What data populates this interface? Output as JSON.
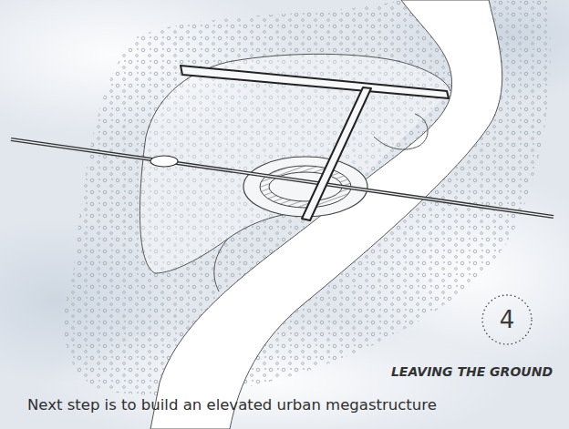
{
  "diagram": {
    "title": "LEAVING THE GROUND",
    "caption": "Next step is to build an elevated urban megastructure",
    "nodes": [
      {
        "text": [
          "4"
        ]
      }
    ]
  }
}
